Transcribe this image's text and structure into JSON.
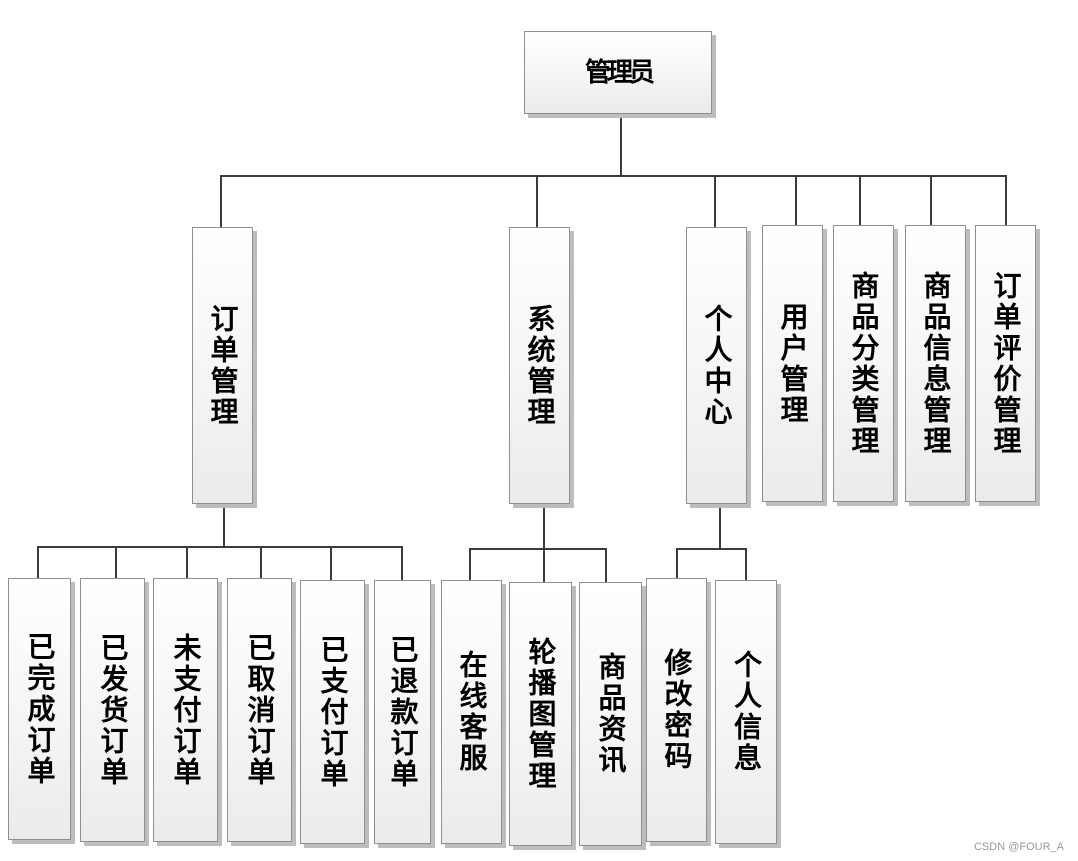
{
  "diagram": {
    "root": "管理员",
    "modules": {
      "order": "订单管理",
      "system": "系统管理",
      "personal": "个人中心",
      "user": "用户管理",
      "category": "商品分类管理",
      "goods": "商品信息管理",
      "review": "订单评价管理"
    },
    "order_children": [
      "已完成订单",
      "已发货订单",
      "未支付订单",
      "已取消订单",
      "已支付订单",
      "已退款订单"
    ],
    "system_children": [
      "在线客服",
      "轮播图管理",
      "商品资讯"
    ],
    "personal_children": [
      "修改密码",
      "个人信息"
    ]
  },
  "watermark": "CSDN @FOUR_A"
}
